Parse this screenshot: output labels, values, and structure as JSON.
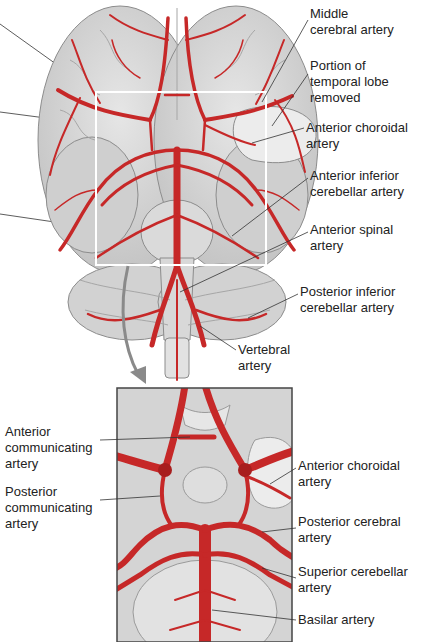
{
  "diagram": {
    "labels": [
      "Middle cerebral artery",
      "Portion of temporal lobe removed",
      "Anterior choroidal artery",
      "Anterior inferior cerebellar artery",
      "Anterior spinal artery",
      "Posterior inferior cerebellar artery",
      "Vertebral artery",
      "Anterior communicating artery",
      "Posterior communicating artery",
      "Anterior choroidal artery",
      "Posterior cerebral artery",
      "Superior cerebellar artery",
      "Basilar artery"
    ]
  }
}
